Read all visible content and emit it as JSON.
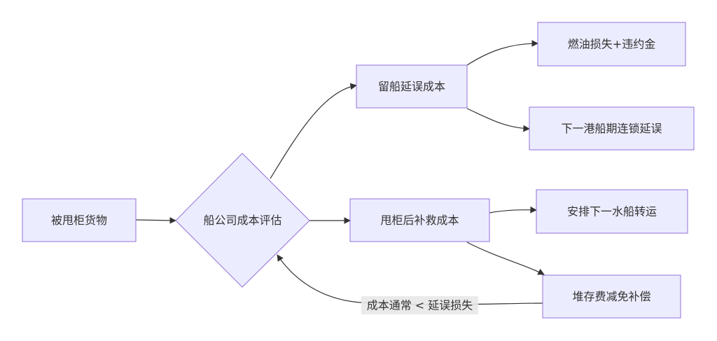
{
  "diagram": {
    "nodes": {
      "goods": "被甩柜货物",
      "decision": "船公司成本评估",
      "keep": "留船延误成本",
      "fuel": "燃油损失+违约金",
      "nextport": "下一港船期连锁延误",
      "drop": "甩柜后补救成本",
      "transship": "安排下一水船转运",
      "storage": "堆存费减免补偿"
    },
    "edges": {
      "feedback_label": "成本通常 < 延误损失"
    }
  }
}
